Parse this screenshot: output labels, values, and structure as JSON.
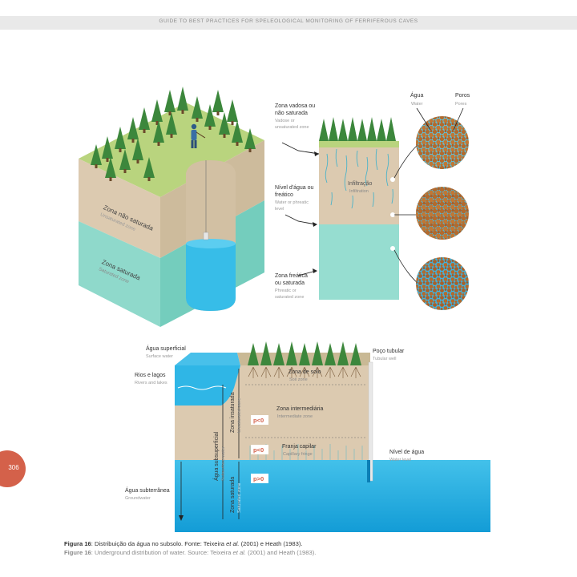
{
  "header": {
    "title": "GUIDE TO BEST PRACTICES FOR SPELEOLOGICAL MONITORING OF FERRIFEROUS CAVES"
  },
  "page_number": "306",
  "figure_top": {
    "left_block": {
      "unsat_pt": "Zona não saturada",
      "unsat_en": "Unsaturated zone",
      "sat_pt": "Zona saturada",
      "sat_en": "Saturated zone"
    },
    "labels": {
      "vadose_pt_1": "Zona vadosa ou",
      "vadose_pt_2": "não saturada",
      "vadose_en_1": "Vadose or",
      "vadose_en_2": "unsaturated zone",
      "water_level_pt_1": "Nível d'água ou",
      "water_level_pt_2": "freático",
      "water_level_en_1": "Water or phreatic",
      "water_level_en_2": "level",
      "phreatic_pt_1": "Zona freática",
      "phreatic_pt_2": "ou saturada",
      "phreatic_en_1": "Phreatic or",
      "phreatic_en_2": "saturated zone",
      "infiltration_pt": "Infiltração",
      "infiltration_en": "Infiltration",
      "water_pt": "Água",
      "water_en": "Water",
      "pores_pt": "Poros",
      "pores_en": "Pores"
    }
  },
  "figure_bottom": {
    "surface_water_pt": "Água superficial",
    "surface_water_en": "Surface water",
    "rivers_pt": "Rios e lagos",
    "rivers_en": "Rivers and lakes",
    "well_pt": "Poço tubular",
    "well_en": "Tubular well",
    "soil_zone_pt": "Zona de solo",
    "soil_zone_en": "Soil zone",
    "intermediate_pt": "Zona intermediária",
    "intermediate_en": "Intermediate zone",
    "capillary_pt": "Franja capilar",
    "capillary_en": "Capillary fringe",
    "water_level_pt": "Nível de água",
    "water_level_en": "Water level",
    "groundwater_pt": "Água subterrânea",
    "groundwater_en": "Groundwater",
    "unsat_pt": "Zona insaturada",
    "unsat_en": "Unsaturated zone",
    "subsurface_pt": "Água subsuperficial",
    "subsurface_en": "Subsurface water",
    "sat_pt": "Zona saturada",
    "sat_en": "Saturated zone",
    "pressure_neg_1": "p<0",
    "pressure_neg_2": "p<0",
    "pressure_pos": "p>0"
  },
  "caption": {
    "pt_label": "Figura 16",
    "pt_text_1": ": Distribuição da água no subsolo. Fonte: Teixeira ",
    "pt_etal": "et al.",
    "pt_text_2": " (2001) e Heath (1983).",
    "en_label": "Figure 16",
    "en_text_1": ": Underground distribution of water. Source: Teixeira ",
    "en_etal": "et al.",
    "en_text_2": " (2001) and Heath (1983)."
  },
  "colors": {
    "soil": "#dfcfb0",
    "water": "#8fdcd0",
    "deep_water": "#27b5e6",
    "grass": "#b7d37c",
    "tree": "#3f8a3f",
    "accent": "#d4614a"
  }
}
